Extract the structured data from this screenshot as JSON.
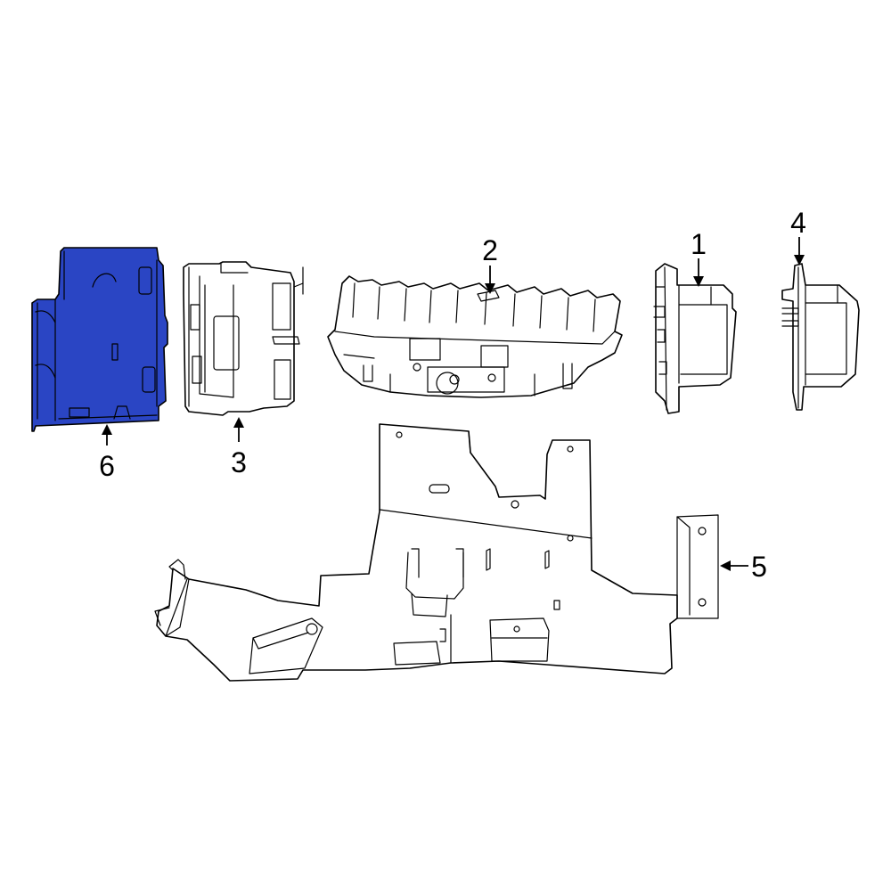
{
  "diagram": {
    "highlight_color": "#2a45c4",
    "line_color": "#000000",
    "background": "#ffffff",
    "callouts": [
      {
        "id": "1",
        "label": "1"
      },
      {
        "id": "2",
        "label": "2"
      },
      {
        "id": "3",
        "label": "3"
      },
      {
        "id": "4",
        "label": "4"
      },
      {
        "id": "5",
        "label": "5"
      },
      {
        "id": "6",
        "label": "6"
      }
    ],
    "highlighted_part": "6"
  }
}
